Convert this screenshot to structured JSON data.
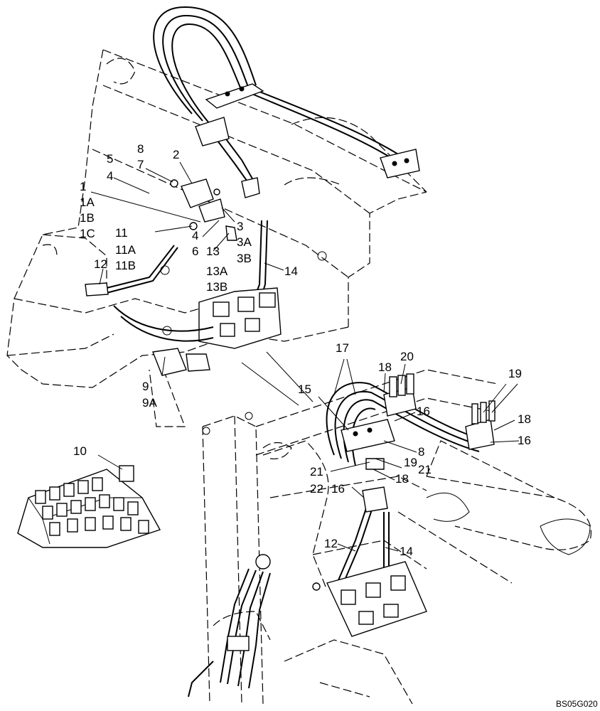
{
  "callouts": [
    {
      "id": "c8a",
      "text": "8"
    },
    {
      "id": "c5",
      "text": "5"
    },
    {
      "id": "c7",
      "text": "7"
    },
    {
      "id": "c2",
      "text": "2"
    },
    {
      "id": "c4a",
      "text": "4"
    },
    {
      "id": "c1",
      "text": "1"
    },
    {
      "id": "c1A",
      "text": "1A"
    },
    {
      "id": "c1B",
      "text": "1B"
    },
    {
      "id": "c1C",
      "text": "1C"
    },
    {
      "id": "c11",
      "text": "11"
    },
    {
      "id": "c11A",
      "text": "11A"
    },
    {
      "id": "c11B",
      "text": "11B"
    },
    {
      "id": "c3",
      "text": "3"
    },
    {
      "id": "c3A",
      "text": "3A"
    },
    {
      "id": "c3B",
      "text": "3B"
    },
    {
      "id": "c4b",
      "text": "4"
    },
    {
      "id": "c6",
      "text": "6"
    },
    {
      "id": "c13",
      "text": "13"
    },
    {
      "id": "c13A",
      "text": "13A"
    },
    {
      "id": "c13B",
      "text": "13B"
    },
    {
      "id": "c14a",
      "text": "14"
    },
    {
      "id": "c12a",
      "text": "12"
    },
    {
      "id": "c9",
      "text": "9"
    },
    {
      "id": "c9A",
      "text": "9A"
    },
    {
      "id": "c10",
      "text": "10"
    },
    {
      "id": "c17",
      "text": "17"
    },
    {
      "id": "c18a",
      "text": "18"
    },
    {
      "id": "c20",
      "text": "20"
    },
    {
      "id": "c19a",
      "text": "19"
    },
    {
      "id": "c15",
      "text": "15"
    },
    {
      "id": "c16a",
      "text": "16"
    },
    {
      "id": "c18b",
      "text": "18"
    },
    {
      "id": "c16b",
      "text": "16"
    },
    {
      "id": "c8b",
      "text": "8"
    },
    {
      "id": "c21a",
      "text": "21"
    },
    {
      "id": "c19b",
      "text": "19"
    },
    {
      "id": "c21b",
      "text": "21"
    },
    {
      "id": "c18c",
      "text": "18"
    },
    {
      "id": "c22",
      "text": "22"
    },
    {
      "id": "c16c",
      "text": "16"
    },
    {
      "id": "c12b",
      "text": "12"
    },
    {
      "id": "c14b",
      "text": "14"
    }
  ],
  "reference_code": "BS05G020"
}
